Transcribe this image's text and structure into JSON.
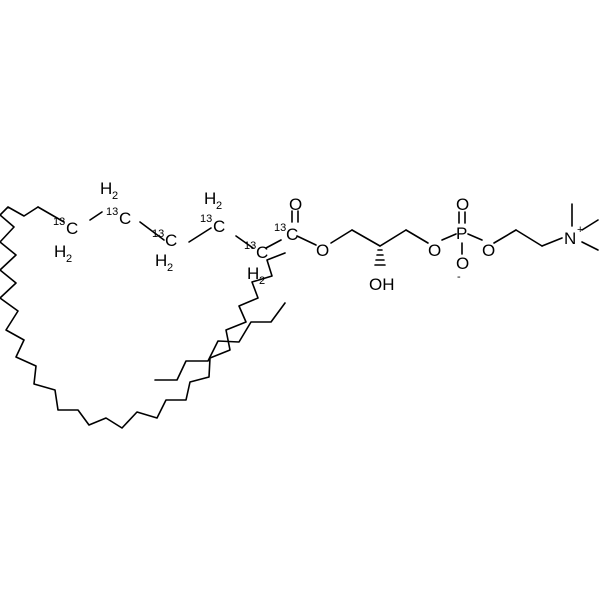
{
  "molecule": {
    "labels": {
      "carbonyl_oxygen": "O",
      "ester_oxygen": "O",
      "c1_isotope": "13",
      "c1_symbol": "C",
      "c2_hydrogens": "H",
      "c2_hcount": "2",
      "c2_isotope": "13",
      "c2_symbol": "C",
      "c3_hydrogens": "H",
      "c3_hcount": "2",
      "c3_isotope": "13",
      "c3_symbol": "C",
      "c4_hydrogens": "H",
      "c4_hcount": "2",
      "c4_isotope": "13",
      "c4_symbol": "C",
      "c5_hydrogens": "H",
      "c5_hcount": "2",
      "c5_isotope": "13",
      "c5_symbol": "C",
      "c6_hydrogens": "H",
      "c6_hcount": "2",
      "c6_isotope": "13",
      "c6_symbol": "C",
      "hydroxyl": "OH",
      "glycerol_oxygen": "O",
      "phosphorus": "P",
      "phosphoryl_oxygen": "O",
      "phosphate_anion_oxygen": "O",
      "phosphate_anion_charge": "-",
      "choline_oxygen": "O",
      "nitrogen": "N",
      "nitrogen_charge": "+"
    }
  }
}
